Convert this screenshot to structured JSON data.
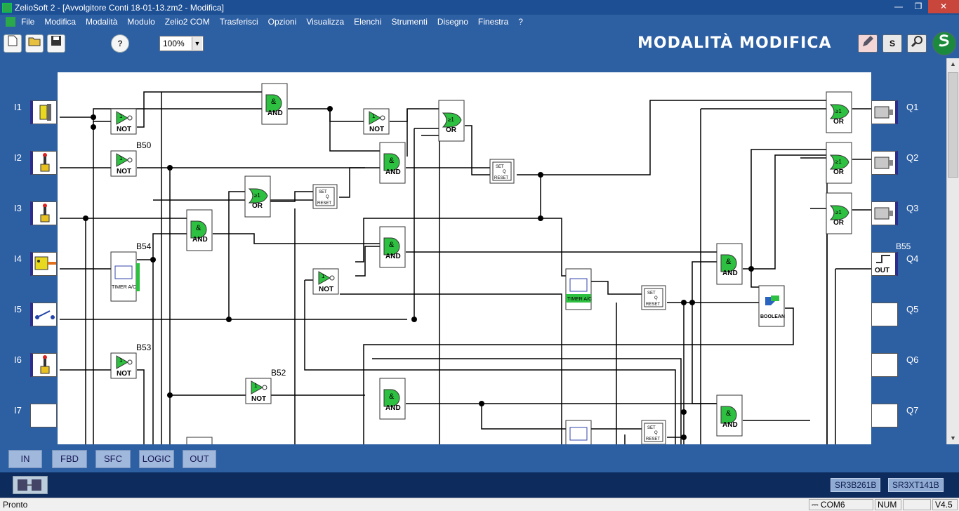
{
  "window": {
    "title": "ZelioSoft 2 - [Avvolgitore Conti 18-01-13.zm2 - Modifica]"
  },
  "menu": [
    "File",
    "Modifica",
    "Modalità",
    "Modulo",
    "Zelio2 COM",
    "Trasferisci",
    "Opzioni",
    "Visualizza",
    "Elenchi",
    "Strumenti",
    "Disegno",
    "Finestra",
    "?"
  ],
  "toolbar": {
    "zoom": "100%",
    "help": "?",
    "mode_title": "MODALITÀ MODIFICA",
    "s_btn": "S"
  },
  "inputs": [
    "I1",
    "I2",
    "I3",
    "I4",
    "I5",
    "I6",
    "I7"
  ],
  "outputs": [
    "Q1",
    "Q2",
    "Q3",
    "Q4",
    "Q5",
    "Q6",
    "Q7"
  ],
  "block_labels": {
    "b50": "B50",
    "b54": "B54",
    "b53": "B53",
    "b52": "B52",
    "b55": "B55"
  },
  "gate_text": {
    "not": "NOT",
    "and": "AND",
    "or": "OR",
    "timer": "TIMER A/C",
    "boolean": "BOOLEAN",
    "out": "OUT",
    "set": "SET",
    "q": "Q",
    "reset": "RESET",
    "and_sym": "&",
    "or_sym": "≥1",
    "not_sym": "1"
  },
  "tabs": [
    "IN",
    "FBD",
    "SFC",
    "LOGIC",
    "OUT"
  ],
  "modules": [
    "SR3B261B",
    "SR3XT141B"
  ],
  "status": {
    "left": "Pronto",
    "com": "COM6",
    "num": "NUM",
    "version": "V4.5"
  }
}
